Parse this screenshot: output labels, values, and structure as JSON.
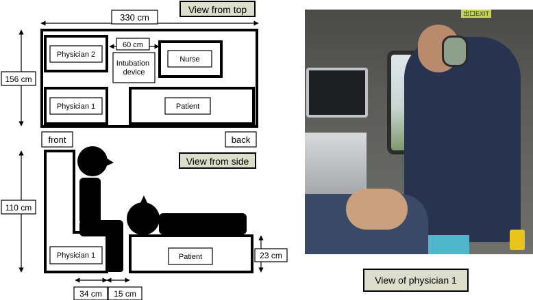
{
  "top_view": {
    "title": "View from top",
    "width_label": "330 cm",
    "height_label": "156 cm",
    "gap_label": "60 cm",
    "boxes": {
      "physician2": "Physician 2",
      "intubation": [
        "Intubation",
        "device"
      ],
      "nurse": "Nurse",
      "physician1": "Physician 1",
      "patient": "Patient"
    }
  },
  "orientation": {
    "front": "front",
    "back": "back"
  },
  "side_view": {
    "title": "View from side",
    "height_label": "110 cm",
    "stretcher_height_label": "23 cm",
    "seat_depth_label": "34 cm",
    "leg_width_label": "15 cm",
    "boxes": {
      "physician1": "Physician 1",
      "patient": "Patient"
    }
  },
  "photo": {
    "caption": "View of physician 1",
    "exit_sign": "出口EXIT",
    "colors": {
      "uniform": "#27334f",
      "mat": "#4fb7c9",
      "headset": "#8fa08a"
    }
  },
  "colors": {
    "label_fill": "#dcddca",
    "stroke": "#000000"
  }
}
